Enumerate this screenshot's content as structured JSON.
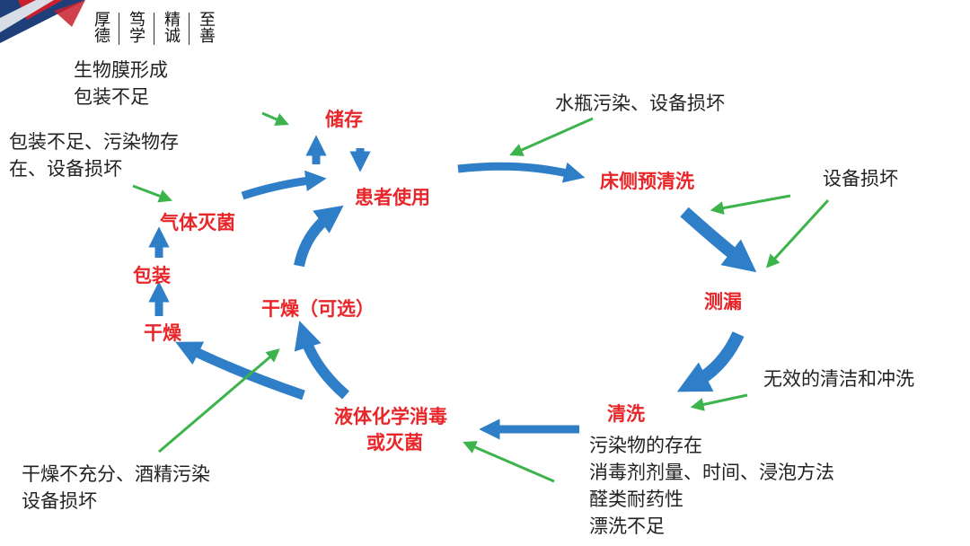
{
  "header": {
    "motto": [
      "厚德",
      "笃学",
      "精诚",
      "至善"
    ]
  },
  "colors": {
    "stage_text": "#e8262a",
    "cycle_arrow": "#2e7fc7",
    "problem_arrow": "#3cb44b",
    "note_text": "#222222"
  },
  "stages": {
    "storage": "储存",
    "patient_use": "患者使用",
    "bedside_preclean": "床侧预清洗",
    "leak_test": "测漏",
    "cleaning": "清洗",
    "liquid_disinfect_line1": "液体化学消毒",
    "liquid_disinfect_line2": "或灭菌",
    "optional_dry": "干燥（可选）",
    "dry": "干燥",
    "package": "包装",
    "gas_sterilize": "气体灭菌"
  },
  "problems": {
    "storage_risk": [
      "生物膜形成",
      "包装不足"
    ],
    "gas_risk": [
      "包装不足、污染物存",
      "在、设备损坏"
    ],
    "preclean_risk": "水瓶污染、设备损坏",
    "leak_risk": "设备损坏",
    "clean_risk": "无效的清洁和冲洗",
    "disinfect_risk": [
      "污染物的存在",
      "消毒剂剂量、时间、浸泡方法",
      "醛类耐药性",
      "漂洗不足"
    ],
    "dry_risk": [
      "干燥不充分、酒精污染",
      "设备损坏"
    ]
  }
}
